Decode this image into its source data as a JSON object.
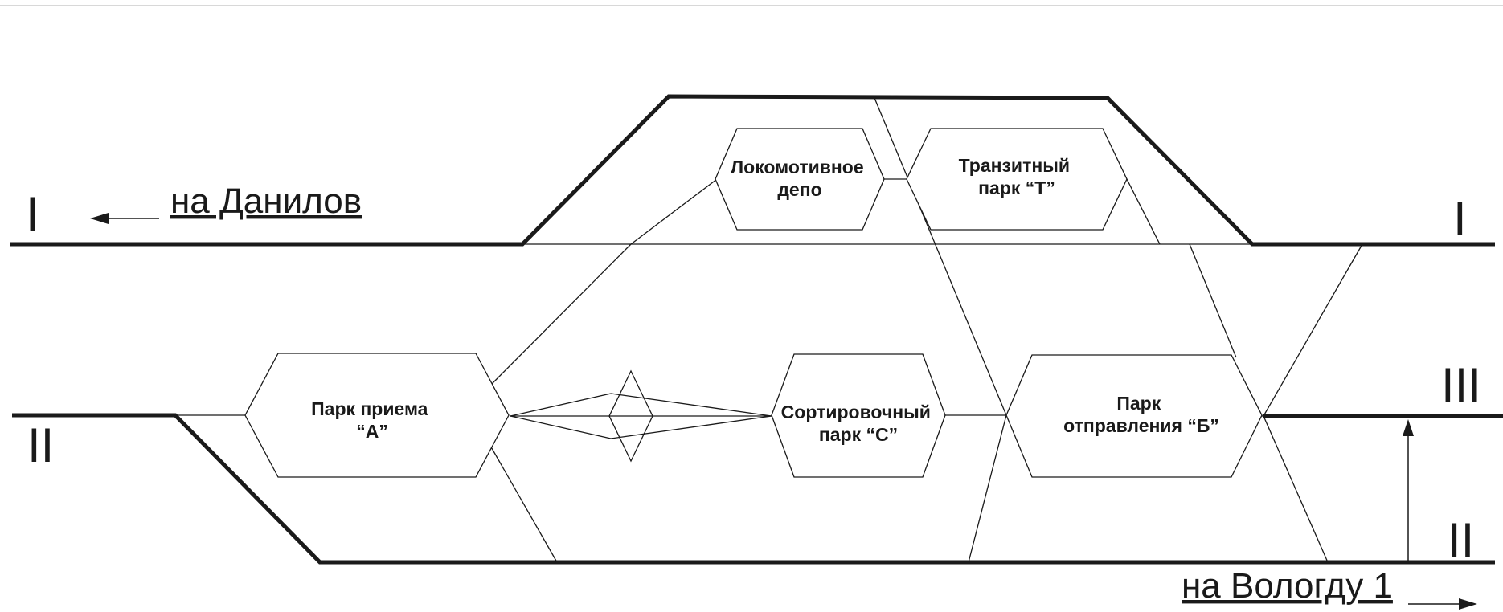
{
  "directions": {
    "danilov": "на Данилов",
    "vologda": "на Вологду 1"
  },
  "tracks": {
    "I_left": "I",
    "I_right": "I",
    "II_left": "II",
    "II_right": "II",
    "III_right": "III"
  },
  "parks": {
    "depot": [
      "Локомотивное",
      "депо"
    ],
    "transit": [
      "Транзитный",
      "парк “Т”"
    ],
    "reception": [
      "Парк приема",
      "“А”"
    ],
    "sorting": [
      "Сортировочный",
      "парк “С”"
    ],
    "departure": [
      "Парк",
      "отправления “Б”"
    ]
  },
  "colors": {
    "line": "#1a1a1a",
    "background": "#ffffff"
  }
}
